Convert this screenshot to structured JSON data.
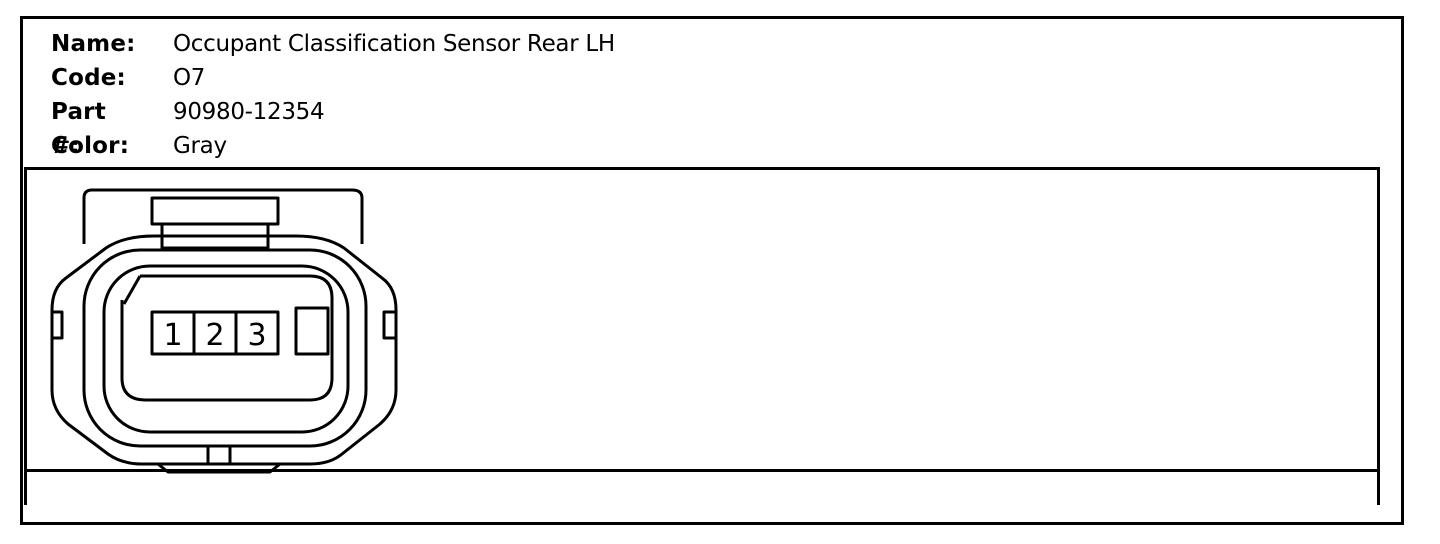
{
  "info": {
    "name_label": "Name:",
    "name_value": "Occupant Classification Sensor Rear LH",
    "code_label": "Code:",
    "code_value": "O7",
    "part_label": "Part #:",
    "part_value": "90980-12354",
    "color_label": "Color:",
    "color_value": "Gray"
  },
  "connector": {
    "pins": [
      "1",
      "2",
      "3"
    ]
  }
}
